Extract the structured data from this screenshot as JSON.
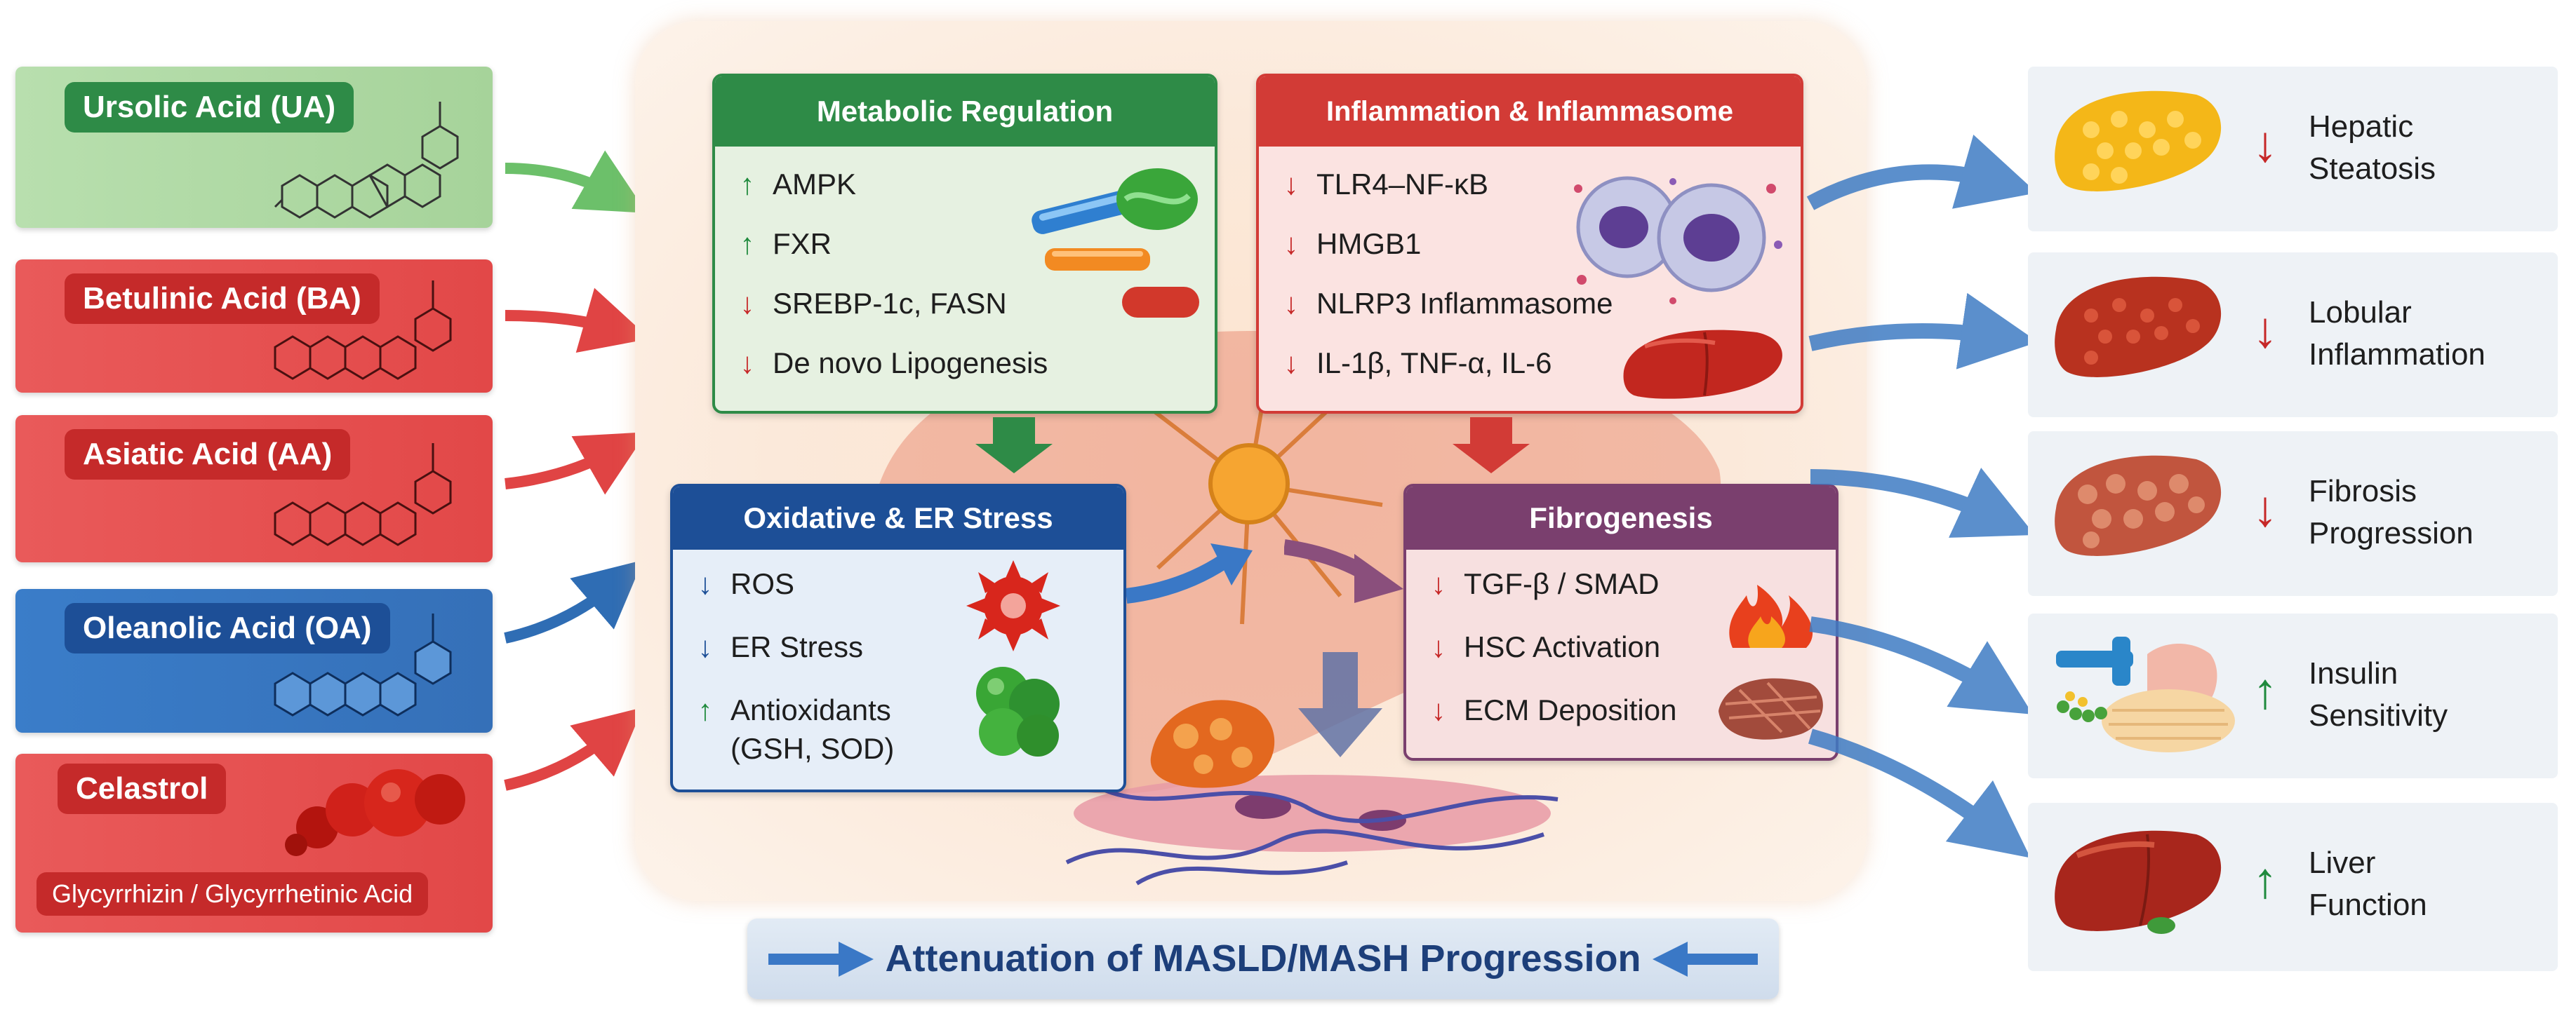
{
  "compounds": [
    {
      "label": "Ursolic Acid (UA)"
    },
    {
      "label": "Betulinic Acid (BA)"
    },
    {
      "label": "Asiatic Acid (AA)"
    },
    {
      "label": "Oleanolic Acid (OA)"
    },
    {
      "label": "Celastrol",
      "sub_label": "Glycyrrhizin / Glycyrrhetinic Acid"
    }
  ],
  "mechanisms": {
    "metabolic": {
      "title": "Metabolic Regulation",
      "items": [
        {
          "dir": "up",
          "text": "AMPK"
        },
        {
          "dir": "up",
          "text": "FXR"
        },
        {
          "dir": "down",
          "text": "SREBP-1c, FASN"
        },
        {
          "dir": "down",
          "text": "De novo Lipogenesis"
        }
      ]
    },
    "inflammation": {
      "title": "Inflammation & Inflammasome",
      "items": [
        {
          "dir": "down",
          "text": "TLR4–NF-κB"
        },
        {
          "dir": "down",
          "text": "HMGB1"
        },
        {
          "dir": "down",
          "text": "NLRP3 Inflammasome"
        },
        {
          "dir": "down",
          "text": "IL-1β, TNF-α, IL-6"
        }
      ]
    },
    "oxidative": {
      "title": "Oxidative & ER Stress",
      "items": [
        {
          "dir": "down",
          "text": "ROS"
        },
        {
          "dir": "down",
          "text": "ER Stress"
        },
        {
          "dir": "up",
          "text": "Antioxidants"
        },
        {
          "dir": "none",
          "text": "(GSH, SOD)"
        }
      ]
    },
    "fibrogenesis": {
      "title": "Fibrogenesis",
      "items": [
        {
          "dir": "down",
          "text": "TGF-β / SMAD"
        },
        {
          "dir": "down",
          "text": "HSC Activation"
        },
        {
          "dir": "down",
          "text": "ECM Deposition"
        }
      ]
    }
  },
  "outcomes": [
    {
      "dir": "down",
      "line1": "Hepatic",
      "line2": "Steatosis"
    },
    {
      "dir": "down",
      "line1": "Lobular",
      "line2": "Inflammation"
    },
    {
      "dir": "down",
      "line1": "Fibrosis",
      "line2": "Progression"
    },
    {
      "dir": "up",
      "line1": "Insulin",
      "line2": "Sensitivity"
    },
    {
      "dir": "up",
      "line1": "Liver",
      "line2": "Function"
    }
  ],
  "banner": {
    "text": "Attenuation of MASLD/MASH Progression"
  },
  "icons": {
    "up_arrow": "↑",
    "down_arrow": "↓"
  },
  "colors": {
    "green": "#2e8b47",
    "red": "#c52a2a",
    "blue": "#1d4f97",
    "purple": "#7a3f6e",
    "up": "#1f8a3d",
    "down": "#c62828"
  }
}
